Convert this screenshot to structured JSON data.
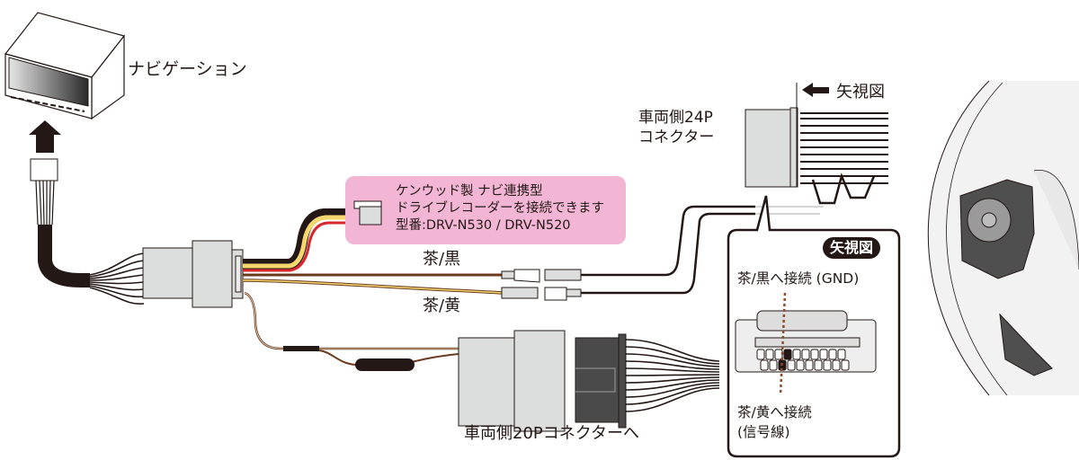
{
  "labels": {
    "navigation": "ナビゲーション",
    "vehicle_24p_connector_line1": "車両側24P",
    "vehicle_24p_connector_line2": "コネクター",
    "arrow_view": "矢視図",
    "wire_brown_black": "茶/黒",
    "wire_brown_yellow": "茶/黄",
    "vehicle_20p_connector": "車両側20Pコネクターへ"
  },
  "note": {
    "line1": "ケンウッド製 ナビ連携型",
    "line2": "ドライブレコーダーを接続できます",
    "line3": "型番:DRV-N530 / DRV-N520"
  },
  "callout": {
    "badge": "矢視図",
    "gnd": "茶/黒へ接続 (GND)",
    "signal_line1": "茶/黄へ接続",
    "signal_line2": "(信号線)"
  },
  "colors": {
    "note_bg": "#f2b5d3",
    "wire_black": "#231815",
    "wire_yellow": "#f5d76e",
    "wire_red": "#d7262c",
    "wire_brown": "#6b3a1e",
    "connector_gray": "#dcdddd",
    "dark_connector": "#4a4a4a"
  }
}
